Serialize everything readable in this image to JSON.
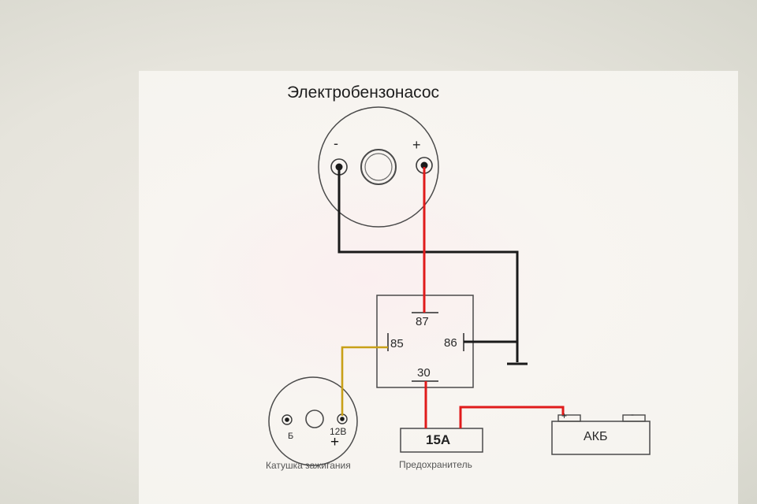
{
  "diagram": {
    "title": "Электробензонасос",
    "pump": {
      "minus": "-",
      "plus": "+"
    },
    "relay": {
      "pin87": "87",
      "pin85": "85",
      "pin86": "86",
      "pin30": "30"
    },
    "fuse": {
      "rating": "15А",
      "caption": "Предохранитель"
    },
    "battery": {
      "label": "АКБ",
      "plus": "+",
      "minus": "-"
    },
    "coil": {
      "terminal_b": "Б",
      "terminal_12v": "12В",
      "plus": "+",
      "caption": "Катушка зажигания"
    }
  },
  "colors": {
    "ground_wire": "#1a1a1a",
    "positive_wire": "#e01b1b",
    "ignition_wire": "#c8a018",
    "outline": "#4a4a4a"
  }
}
